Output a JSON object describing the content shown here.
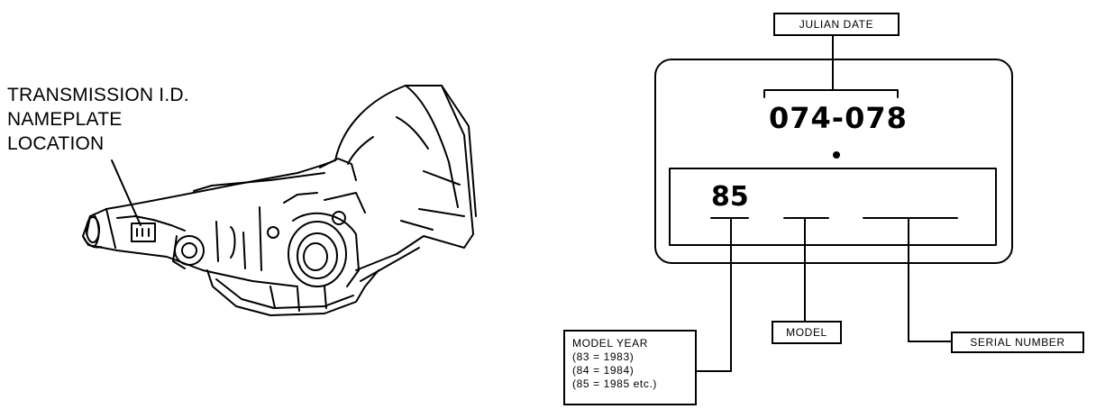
{
  "location_label": {
    "lines": [
      "TRANSMISSION I.D.",
      "NAMEPLATE",
      "LOCATION"
    ]
  },
  "plate": {
    "julian_date_label": "JULIAN DATE",
    "julian_date_value": "074-078",
    "model_year_value": "85"
  },
  "callouts": {
    "model_year": {
      "title": "MODEL YEAR",
      "lines": [
        "(83  =  1983)",
        "(84  =  1984)",
        "(85  =  1985 etc.)"
      ]
    },
    "model": "MODEL",
    "serial_number": "SERIAL NUMBER"
  }
}
